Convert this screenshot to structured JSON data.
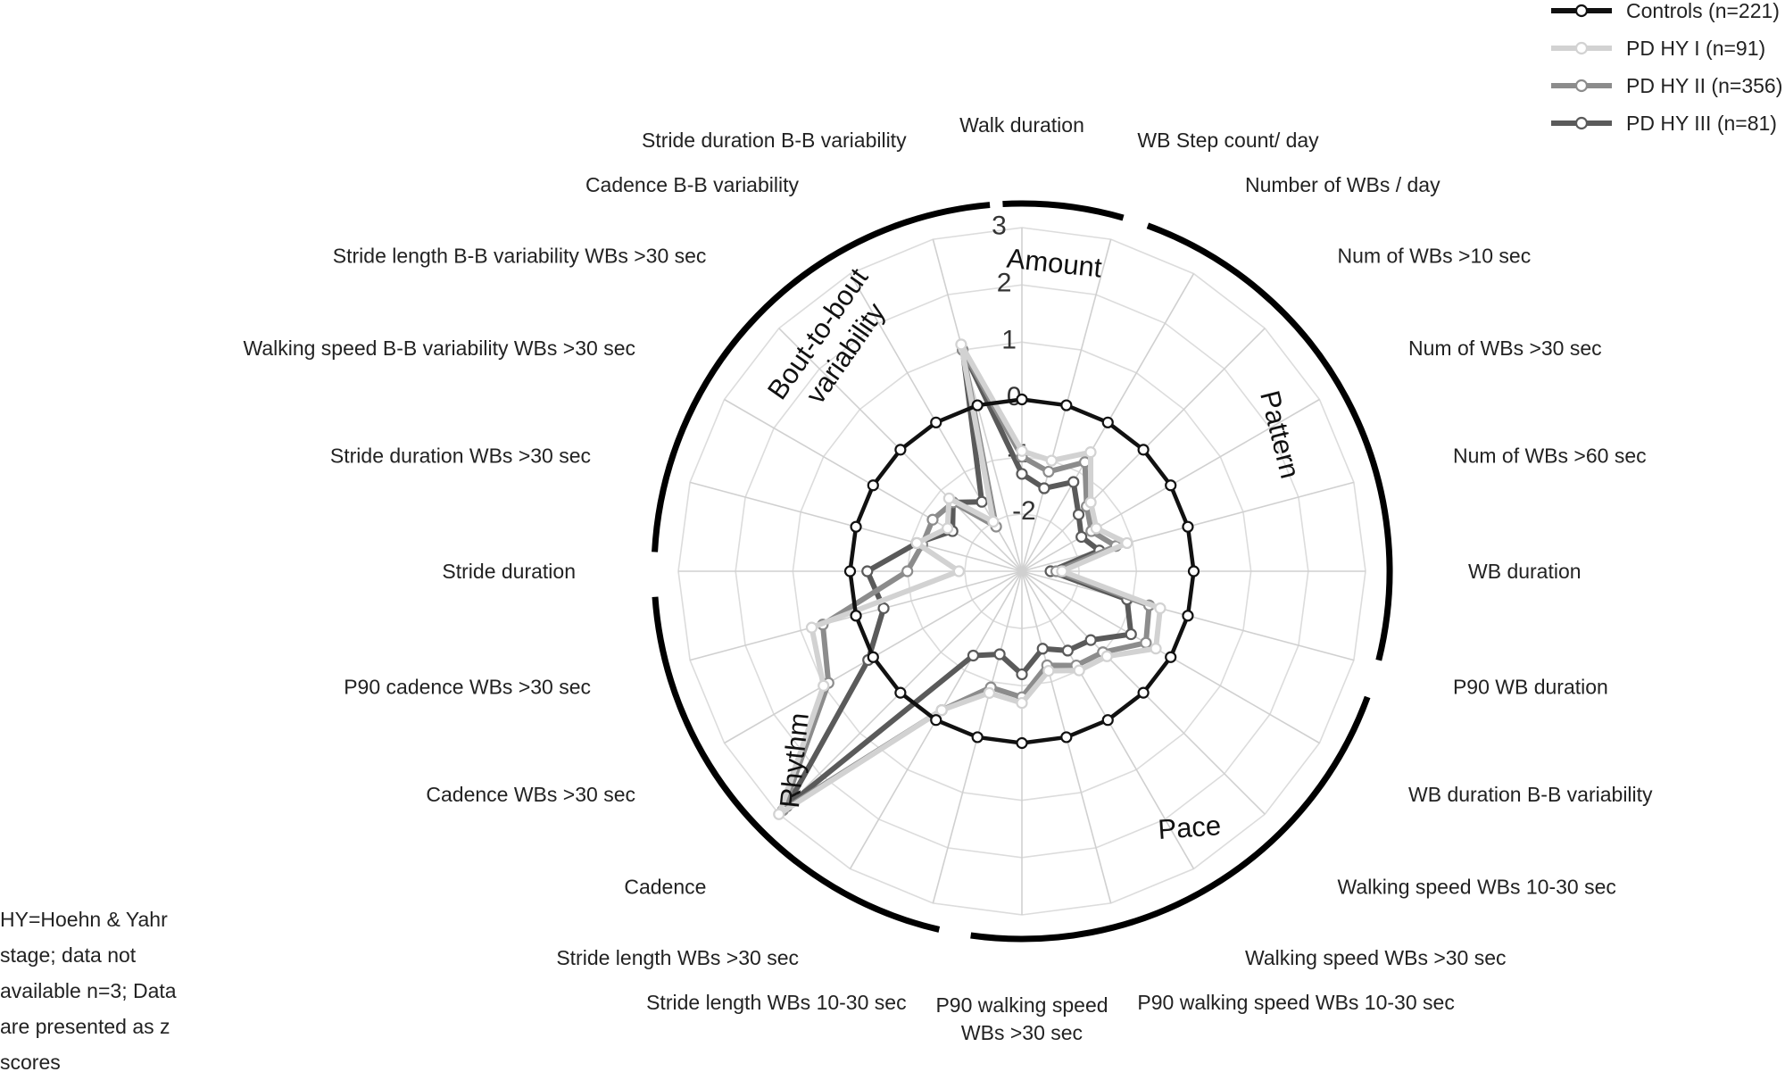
{
  "footnote": {
    "lines": [
      "HY=Hoehn & Yahr",
      "stage; data not",
      "available n=3; Data",
      "are presented as z",
      "scores"
    ]
  },
  "chart_data": {
    "type": "radar",
    "title": "",
    "rlim": [
      -3,
      3
    ],
    "r_ticks": [
      "3",
      "2",
      "1",
      "0",
      "-1",
      "-2"
    ],
    "grid": true,
    "legend_position": "top-right",
    "categories": [
      "Walk duration",
      "WB Step count/ day",
      "Number of WBs / day",
      "Num of WBs >10 sec",
      "Num of WBs >30 sec",
      "Num of WBs >60 sec",
      "WB duration",
      "P90 WB duration",
      "WB duration B-B variability",
      "Walking speed WBs 10-30 sec",
      "Walking speed WBs >30 sec",
      "P90 walking speed WBs 10-30 sec",
      "P90 walking speed WBs >30 sec",
      "Stride length WBs 10-30 sec",
      "Stride length WBs >30 sec",
      "Cadence",
      "Cadence WBs >30 sec",
      "P90 cadence WBs >30 sec",
      "Stride duration",
      "Stride duration WBs >30 sec",
      "Walking speed B-B variability WBs >30 sec",
      "Stride length B-B variability WBs >30 sec",
      "Cadence B-B variability",
      "Stride duration B-B variability"
    ],
    "axis_groups": [
      {
        "label": "Amount"
      },
      {
        "label": "Pattern"
      },
      {
        "label": "Pace"
      },
      {
        "label": "Rhythm"
      },
      {
        "label": "Bout-to-bout\nvariability"
      }
    ],
    "series": [
      {
        "name": "Controls (n=221)",
        "color": "#111111",
        "values": [
          0,
          0,
          0,
          0,
          0,
          0,
          0,
          0,
          0,
          0,
          0,
          0,
          0,
          0,
          0,
          0,
          0,
          0,
          0,
          0,
          0,
          0,
          0,
          0
        ]
      },
      {
        "name": "PD HY I (n=91)",
        "color": "#d2d2d2",
        "values": [
          -0.9,
          -1.0,
          -0.6,
          -1.3,
          -1.5,
          -1.1,
          -2.3,
          -0.5,
          -0.3,
          -0.9,
          -1.0,
          -1.2,
          -0.7,
          -0.8,
          -0.2,
          3.0,
          1.0,
          0.8,
          -1.9,
          -1.1,
          -1.5,
          -1.2,
          -2.0,
          1.1
        ]
      },
      {
        "name": "PD HY II (n=356)",
        "color": "#8c8c8c",
        "values": [
          -1.0,
          -1.2,
          -0.8,
          -1.4,
          -1.6,
          -1.3,
          -2.4,
          -0.7,
          -0.5,
          -1.0,
          -1.1,
          -1.3,
          -0.8,
          -0.9,
          -0.2,
          2.9,
          0.9,
          0.6,
          -1.0,
          -1.2,
          -1.2,
          -1.3,
          -2.1,
          1.0
        ]
      },
      {
        "name": "PD HY III (n=81)",
        "color": "#5a5a5a",
        "values": [
          -1.3,
          -1.5,
          -1.2,
          -1.6,
          -1.8,
          -1.6,
          -2.5,
          -1.1,
          -0.8,
          -1.3,
          -1.4,
          -1.6,
          -1.2,
          -1.5,
          -1.3,
          2.8,
          0.1,
          -0.5,
          -0.3,
          -1.1,
          -1.6,
          -1.3,
          -1.6,
          1.0
        ]
      }
    ]
  }
}
